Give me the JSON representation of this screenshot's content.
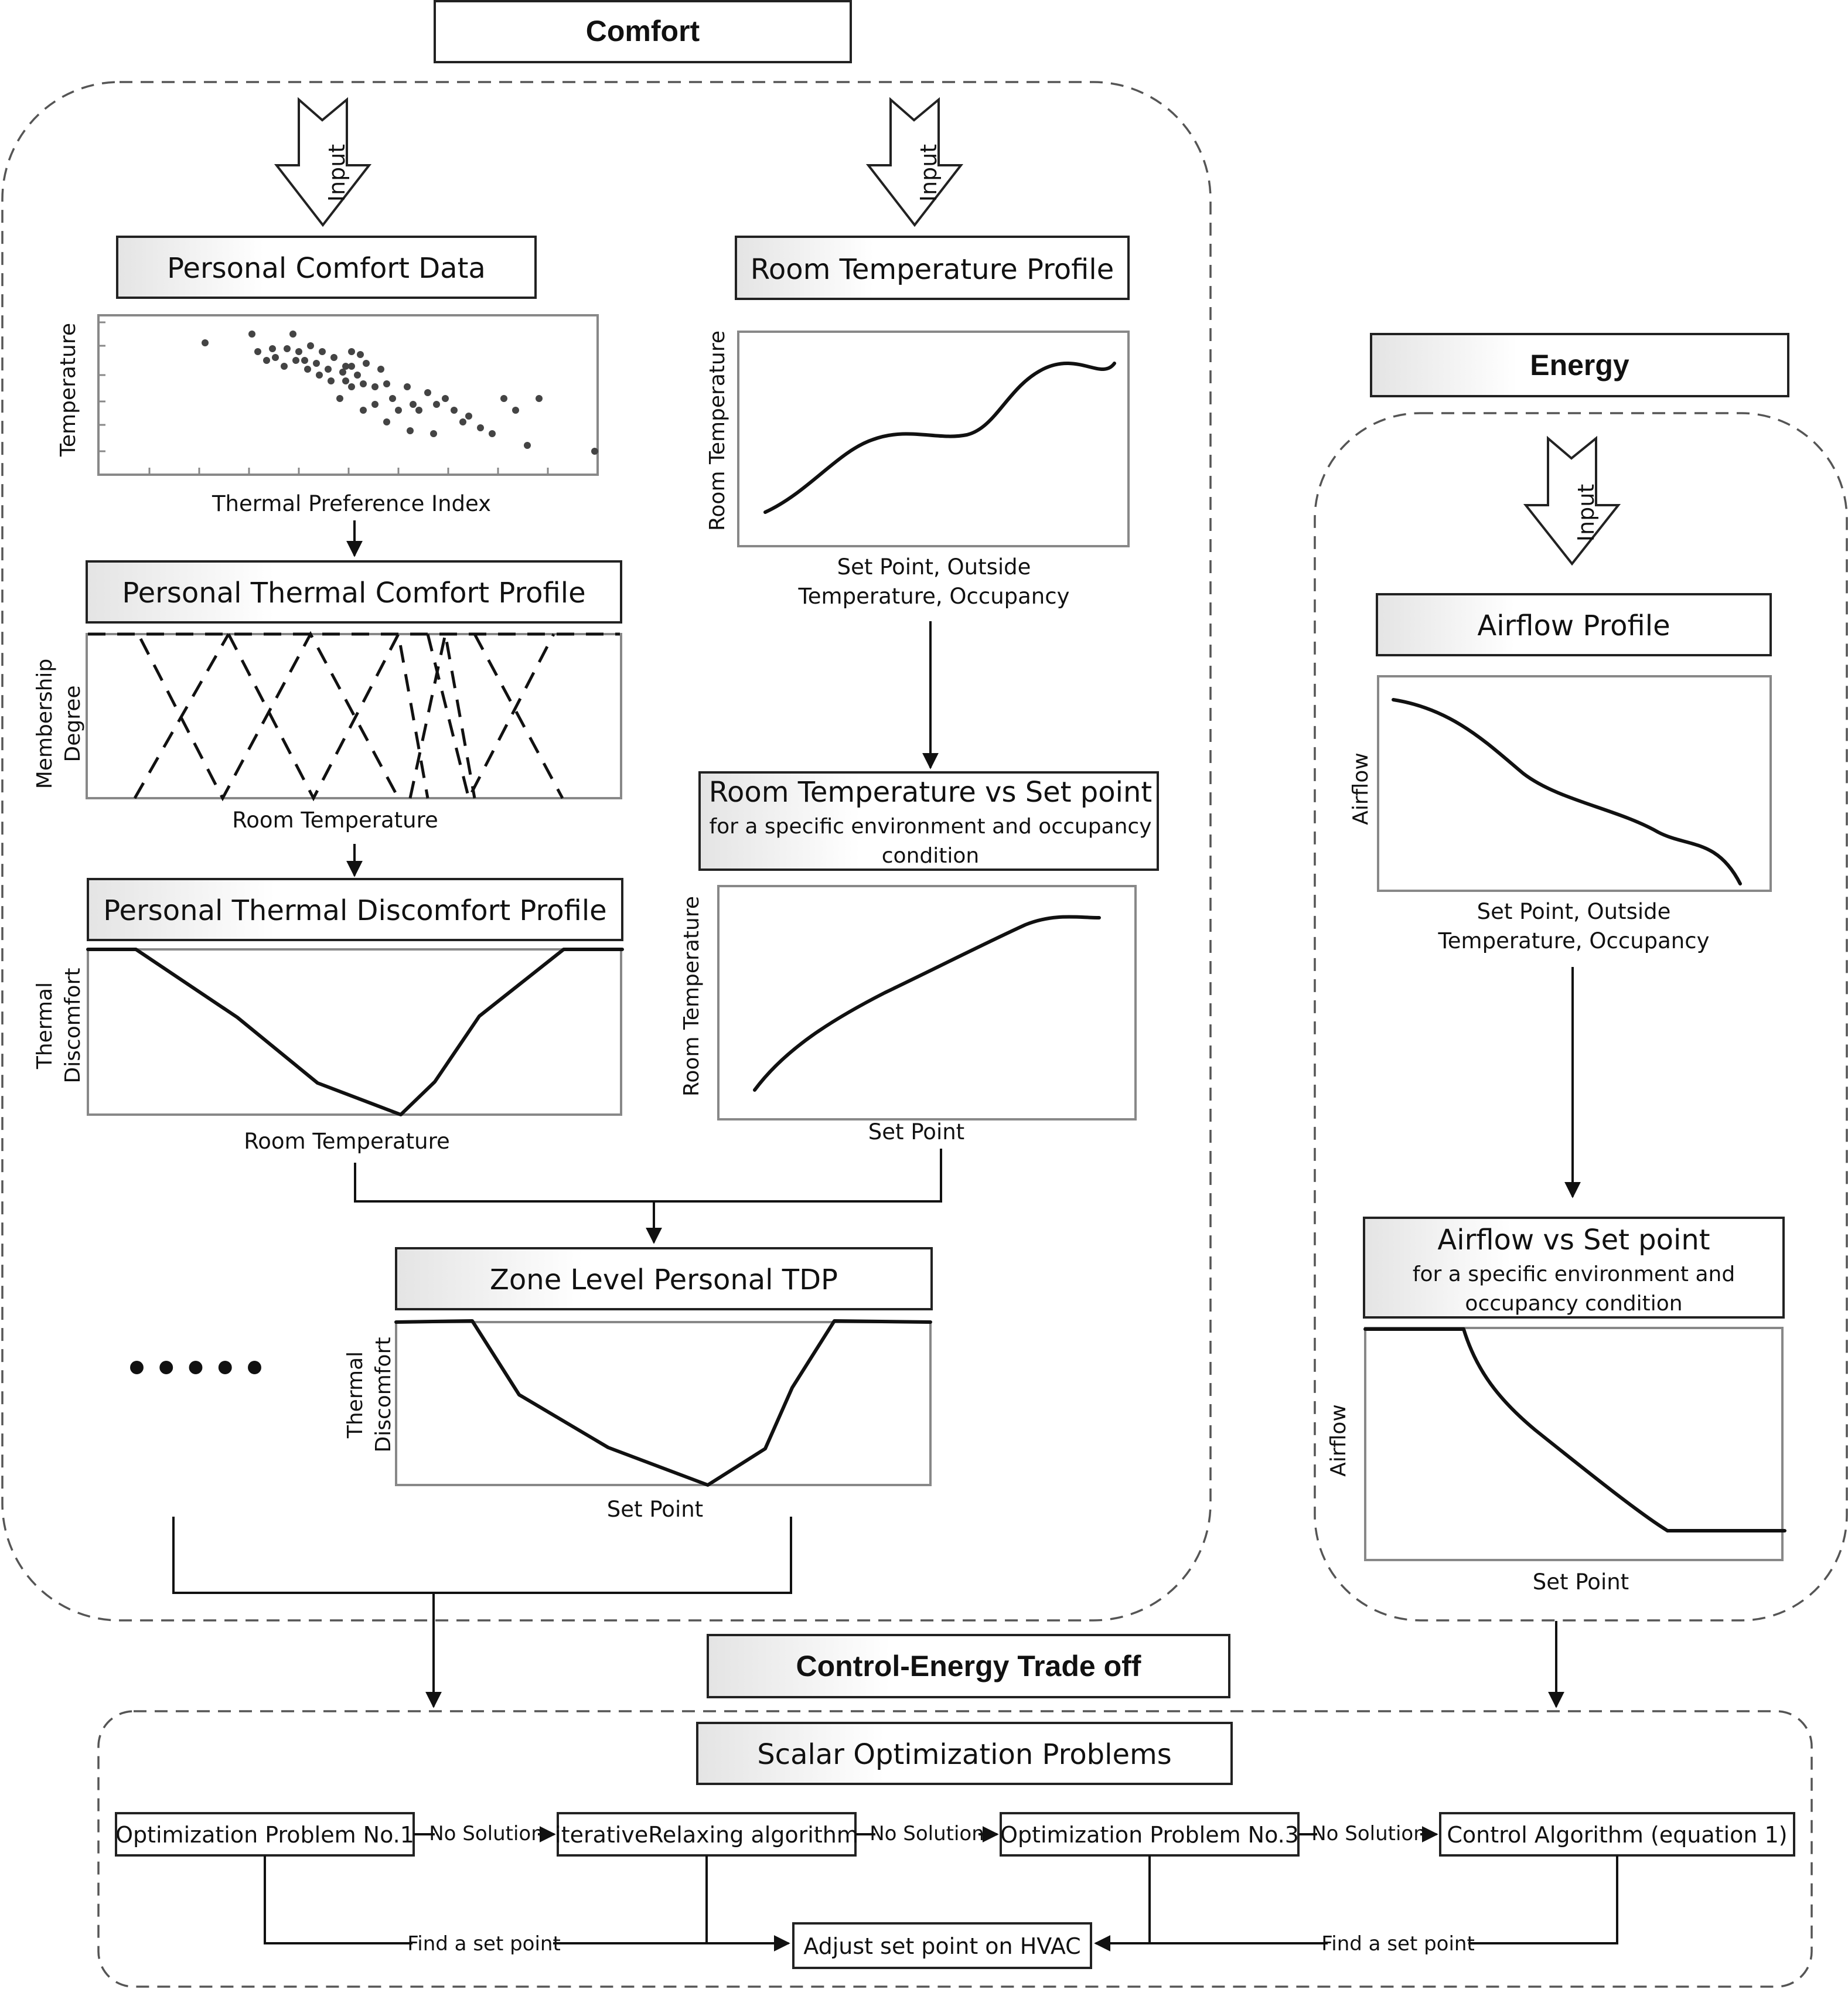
{
  "sections": {
    "comfort": "Comfort",
    "energy": "Energy",
    "tradeoff": "Control-Energy Trade off"
  },
  "input_label": "Input",
  "comfort": {
    "personal_comfort_data": {
      "title": "Personal Comfort Data",
      "ylabel": "Temperature",
      "xlabel": "Thermal Preference Index"
    },
    "thermal_comfort_profile": {
      "title": "Personal Thermal Comfort Profile",
      "ylabel_line1": "Membership",
      "ylabel_line2": "Degree",
      "xlabel": "Room Temperature"
    },
    "thermal_discomfort_profile": {
      "title": "Personal Thermal Discomfort Profile",
      "ylabel_line1": "Thermal",
      "ylabel_line2": "Discomfort",
      "xlabel": "Room Temperature"
    },
    "room_temperature_profile": {
      "title": "Room Temperature Profile",
      "ylabel": "Room Temperature",
      "xlabel_line1": "Set Point, Outside",
      "xlabel_line2": "Temperature, Occupancy"
    },
    "room_temp_vs_setpoint": {
      "title": "Room Temperature vs Set point",
      "subtitle_line1": "for a specific environment and occupancy",
      "subtitle_line2": "condition",
      "ylabel": "Room Temperature",
      "xlabel": "Set Point"
    },
    "zone_level_tdp": {
      "title": "Zone Level Personal TDP",
      "ylabel_line1": "Thermal",
      "ylabel_line2": "Discomfort",
      "xlabel": "Set Point"
    },
    "ellipsis": "• • • • •"
  },
  "energy": {
    "airflow_profile": {
      "title": "Airflow Profile",
      "ylabel": "Airflow",
      "xlabel_line1": "Set Point, Outside",
      "xlabel_line2": "Temperature, Occupancy"
    },
    "airflow_vs_setpoint": {
      "title": "Airflow vs Set point",
      "subtitle_line1": "for a specific environment and",
      "subtitle_line2": "occupancy condition",
      "ylabel": "Airflow",
      "xlabel": "Set Point"
    }
  },
  "optimization": {
    "title": "Scalar Optimization Problems",
    "steps": [
      "Optimization Problem No.1",
      "iterativeRelaxing algorithm",
      "Optimization Problem No.3",
      "Control Algorithm (equation 1)"
    ],
    "no_solution": "No Solution",
    "find_set_point": "Find a set point",
    "result": "Adjust set point on HVAC"
  }
}
